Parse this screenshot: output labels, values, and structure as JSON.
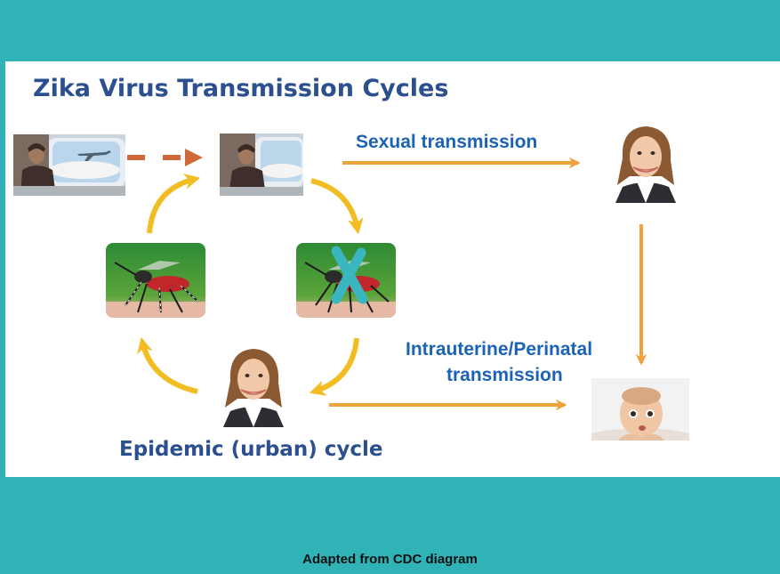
{
  "title": "Zika Virus Transmission Cycles",
  "sexual_label": "Sexual transmission",
  "intrauterine_label_line1": "Intrauterine/Perinatal",
  "intrauterine_label_line2": "transmission",
  "cycle_label": "Epidemic (urban) cycle",
  "footer": "Adapted from CDC diagram",
  "colors": {
    "background": "#2fb3b7",
    "title": "#2b4f8f",
    "label": "#1b63b5",
    "arrow_orange": "#f0a23a",
    "arrow_yellow": "#f2bd22",
    "dash_arrow": "#d0683a",
    "blocked_x": "#3ab6bf"
  },
  "icons": [
    "traveler-on-plane-photo",
    "traveler-photo",
    "mosquito-photo",
    "blocked-mosquito-photo",
    "woman-photo",
    "baby-photo"
  ]
}
